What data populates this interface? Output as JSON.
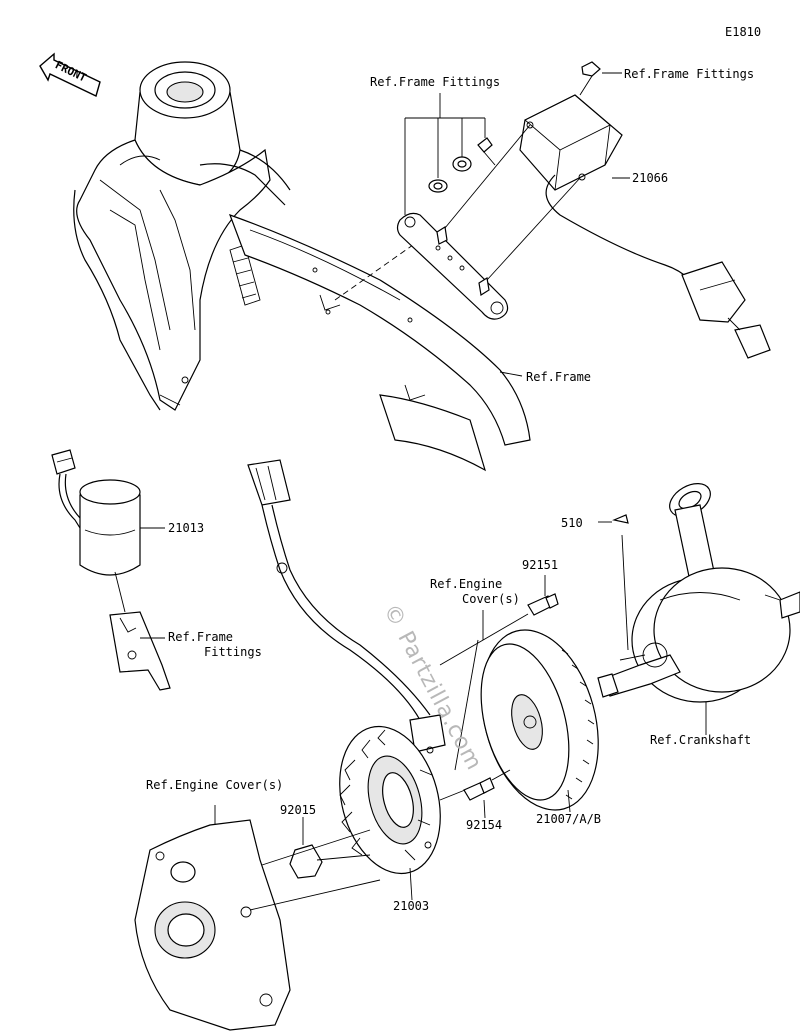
{
  "diagram": {
    "code": "E1810",
    "front_badge": "FRONT",
    "watermark": "© Partzilla.com"
  },
  "labels": {
    "ref_frame_fittings_top": "Ref.Frame Fittings",
    "ref_frame_fittings_right": "Ref.Frame Fittings",
    "part_21066": "21066",
    "ref_frame": "Ref.Frame",
    "part_21013": "21013",
    "ref_frame_fittings_left_1": "Ref.Frame",
    "ref_frame_fittings_left_2": "Fittings",
    "part_510": "510",
    "part_92151": "92151",
    "ref_engine_cover_upper_1": "Ref.Engine",
    "ref_engine_cover_upper_2": "Cover(s)",
    "ref_crankshaft": "Ref.Crankshaft",
    "ref_engine_cover_lower": "Ref.Engine Cover(s)",
    "part_92015": "92015",
    "part_92154": "92154",
    "part_21007": "21007/A/B",
    "part_21003": "21003"
  }
}
